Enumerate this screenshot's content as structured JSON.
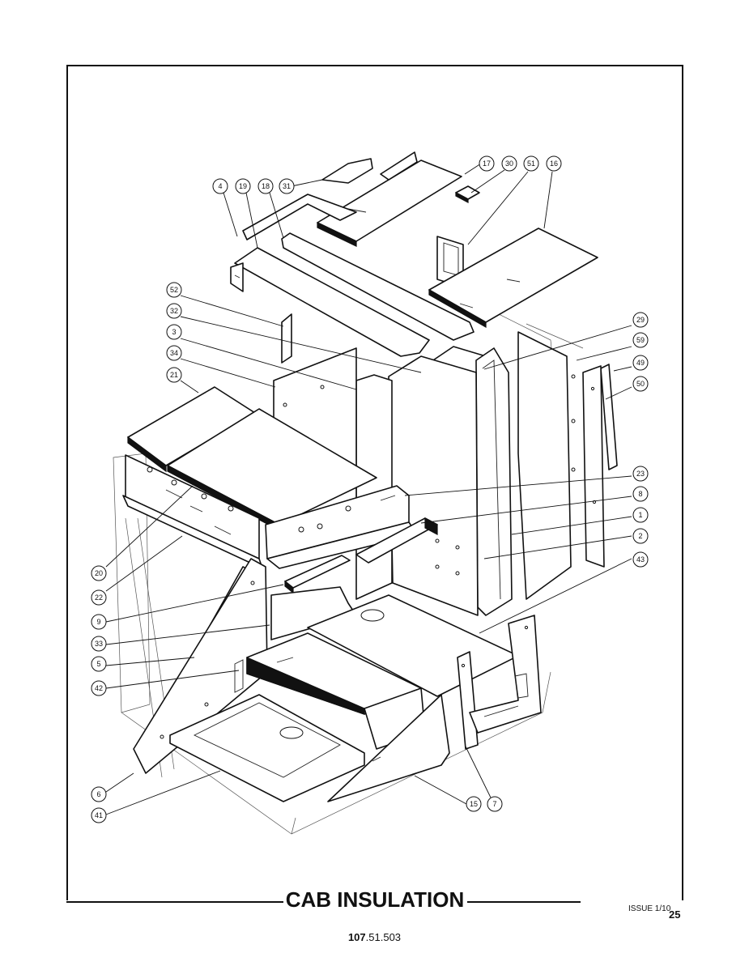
{
  "title": "CAB INSULATION",
  "issue": "ISSUE 1/10",
  "page_number": "25",
  "document_number": {
    "bold": "107",
    "rest": ".51.503"
  },
  "callouts": {
    "c4": "4",
    "c19": "19",
    "c18": "18",
    "c31": "31",
    "c17": "17",
    "c30": "30",
    "c51": "51",
    "c16": "16",
    "c52": "52",
    "c32": "32",
    "c3": "3",
    "c34": "34",
    "c21": "21",
    "c29": "29",
    "c59": "59",
    "c49": "49",
    "c50": "50",
    "c23": "23",
    "c8": "8",
    "c1": "1",
    "c2": "2",
    "c43": "43",
    "c20": "20",
    "c22": "22",
    "c9": "9",
    "c33": "33",
    "c5": "5",
    "c42": "42",
    "c6": "6",
    "c41": "41",
    "c15": "15",
    "c7": "7"
  }
}
